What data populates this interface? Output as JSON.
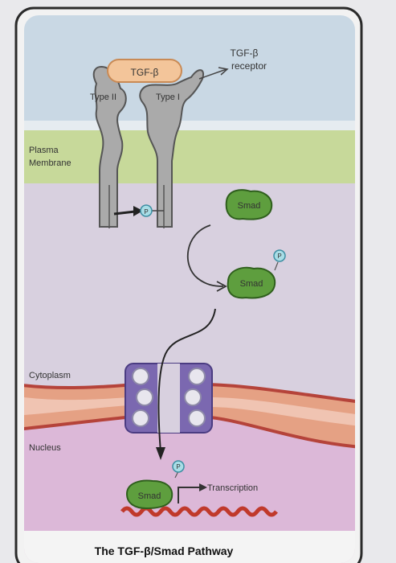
{
  "diagram": {
    "ligand_label": "TGF-β",
    "receptor_label_line1": "TGF-β",
    "receptor_label_line2": "receptor",
    "type2_label": "Type II",
    "type1_label": "Type I",
    "membrane_label_line1": "Plasma",
    "membrane_label_line2": "Membrane",
    "phosphate_label": "P",
    "smad_label": "Smad",
    "cytoplasm_label": "Cytoplasm",
    "nucleus_label": "Nucleus",
    "transcription_label": "Transcription",
    "caption": "The TGF-β/Smad Pathway"
  },
  "colors": {
    "extracellular": "#c9d8e4",
    "membrane": "#c7d99a",
    "cytoplasm": "#d8d0df",
    "nucleus": "#dcb8d8",
    "receptor": "#aaaaaa",
    "ligand": "#f3c59a",
    "smad": "#5e9e3e",
    "phosphate": "#a8dde6",
    "pore": "#7b68b0",
    "envelope": "#e5a184",
    "dna": "#c0392b"
  }
}
